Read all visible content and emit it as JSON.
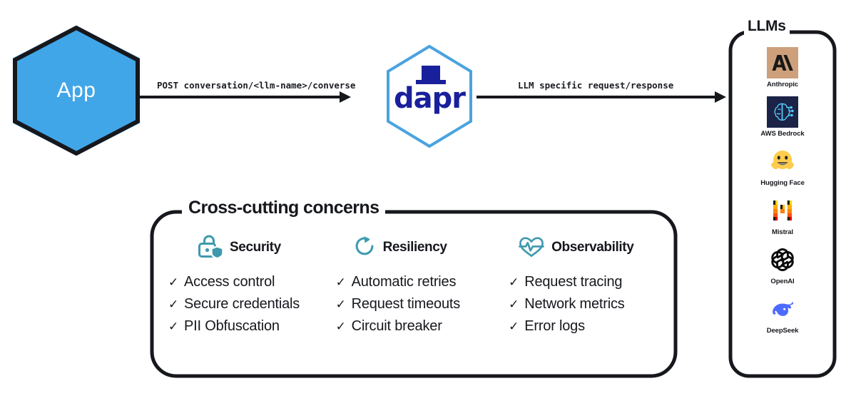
{
  "diagram": {
    "app": {
      "label": "App"
    },
    "arrows": [
      {
        "label": "POST conversation/<llm-name>/converse"
      },
      {
        "label": "LLM specific request/response"
      }
    ],
    "dapr": {
      "label": "dapr"
    },
    "llms_panel": {
      "title": "LLMs",
      "providers": [
        {
          "name": "Anthropic",
          "icon": "anthropic-icon"
        },
        {
          "name": "AWS Bedrock",
          "icon": "aws-bedrock-icon"
        },
        {
          "name": "Hugging Face",
          "icon": "hugging-face-icon"
        },
        {
          "name": "Mistral",
          "icon": "mistral-icon"
        },
        {
          "name": "OpenAI",
          "icon": "openai-icon"
        },
        {
          "name": "DeepSeek",
          "icon": "deepseek-icon"
        }
      ]
    },
    "cross_cutting": {
      "title": "Cross-cutting concerns",
      "columns": [
        {
          "heading": "Security",
          "icon": "lock-shield-icon",
          "items": [
            "Access control",
            "Secure credentials",
            "PII Obfuscation"
          ]
        },
        {
          "heading": "Resiliency",
          "icon": "refresh-circle-icon",
          "items": [
            "Automatic retries",
            "Request timeouts",
            "Circuit breaker"
          ]
        },
        {
          "heading": "Observability",
          "icon": "heart-pulse-icon",
          "items": [
            "Request tracing",
            "Network metrics",
            "Error logs"
          ]
        }
      ],
      "check_mark": "✓"
    },
    "colors": {
      "app_fill": "#41a6e8",
      "app_stroke": "#16181d",
      "dapr_hex_stroke": "#4aa3e0",
      "dapr_navy": "#19209c",
      "accent_teal": "#3d9aad",
      "line": "#16181d",
      "anthropic_bg": "#cda07b",
      "bedrock_bg": "#1b2447",
      "mistral_orange": "#ff7000",
      "deepseek_blue": "#4d6bfe"
    }
  }
}
